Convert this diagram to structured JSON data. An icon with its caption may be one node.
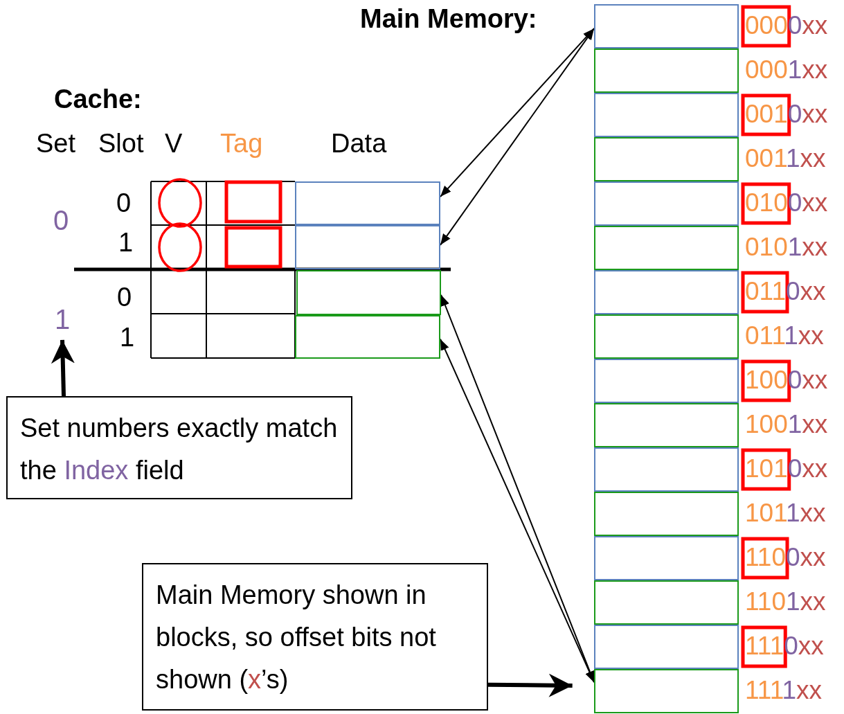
{
  "diagram": {
    "nodes": [
      {
        "text": [],
        "shape": "box"
      },
      {
        "text": [],
        "shape": "box"
      },
      {
        "text": [],
        "shape": "box"
      },
      {
        "text": [],
        "shape": "box"
      },
      {
        "text": [
          "1"
        ]
      },
      {
        "text": [
          "Set numbers exactly match the *Index* field"
        ]
      },
      {
        "text": [],
        "shape": "box"
      },
      {
        "text": [],
        "shape": "box"
      },
      {
        "text": [],
        "shape": "box"
      },
      {
        "text": [],
        "shape": "box"
      },
      {
        "text": [],
        "shape": "box"
      },
      {
        "text": [],
        "shape": "box"
      },
      {
        "text": [],
        "shape": "box"
      },
      {
        "text": [],
        "shape": "box"
      },
      {
        "text": [],
        "shape": "box"
      },
      {
        "text": [],
        "shape": "box"
      },
      {
        "text": [],
        "shape": "box"
      },
      {
        "text": [],
        "shape": "box"
      },
      {
        "text": [],
        "shape": "box"
      },
      {
        "text": [],
        "shape": "box"
      },
      {
        "text": [],
        "shape": "box"
      },
      {
        "text": [],
        "shape": "box"
      },
      {
        "text": [
          "Main Memory shown in blocks, so offset bits not shown (*x*’s)"
        ]
      }
    ],
    "edges": [
      {
        "from": 6,
        "to": 0,
        "arrow": "both"
      },
      {
        "from": 6,
        "to": 1,
        "arrow": "both"
      },
      {
        "from": 21,
        "to": 2,
        "arrow": "both"
      },
      {
        "from": 21,
        "to": 3,
        "arrow": "both"
      },
      {
        "from": 5,
        "to": 4,
        "arrow": "to",
        "style": "thick"
      },
      {
        "from": 22,
        "to": 21,
        "arrow": "to",
        "style": "thick"
      }
    ],
    "labels": [
      "Main Memory:",
      "Cache:",
      "Set",
      "Slot",
      "V",
      "Tag",
      "Data",
      "0",
      "0",
      "1",
      "0",
      "1",
      "0000xx",
      "0001xx",
      "0010xx",
      "0011xx",
      "0100xx",
      "0101xx",
      "0110xx",
      "0111xx",
      "1000xx",
      "1001xx",
      "1010xx",
      "1011xx",
      "1100xx",
      "1101xx",
      "1110xx",
      "1111xx"
    ]
  }
}
